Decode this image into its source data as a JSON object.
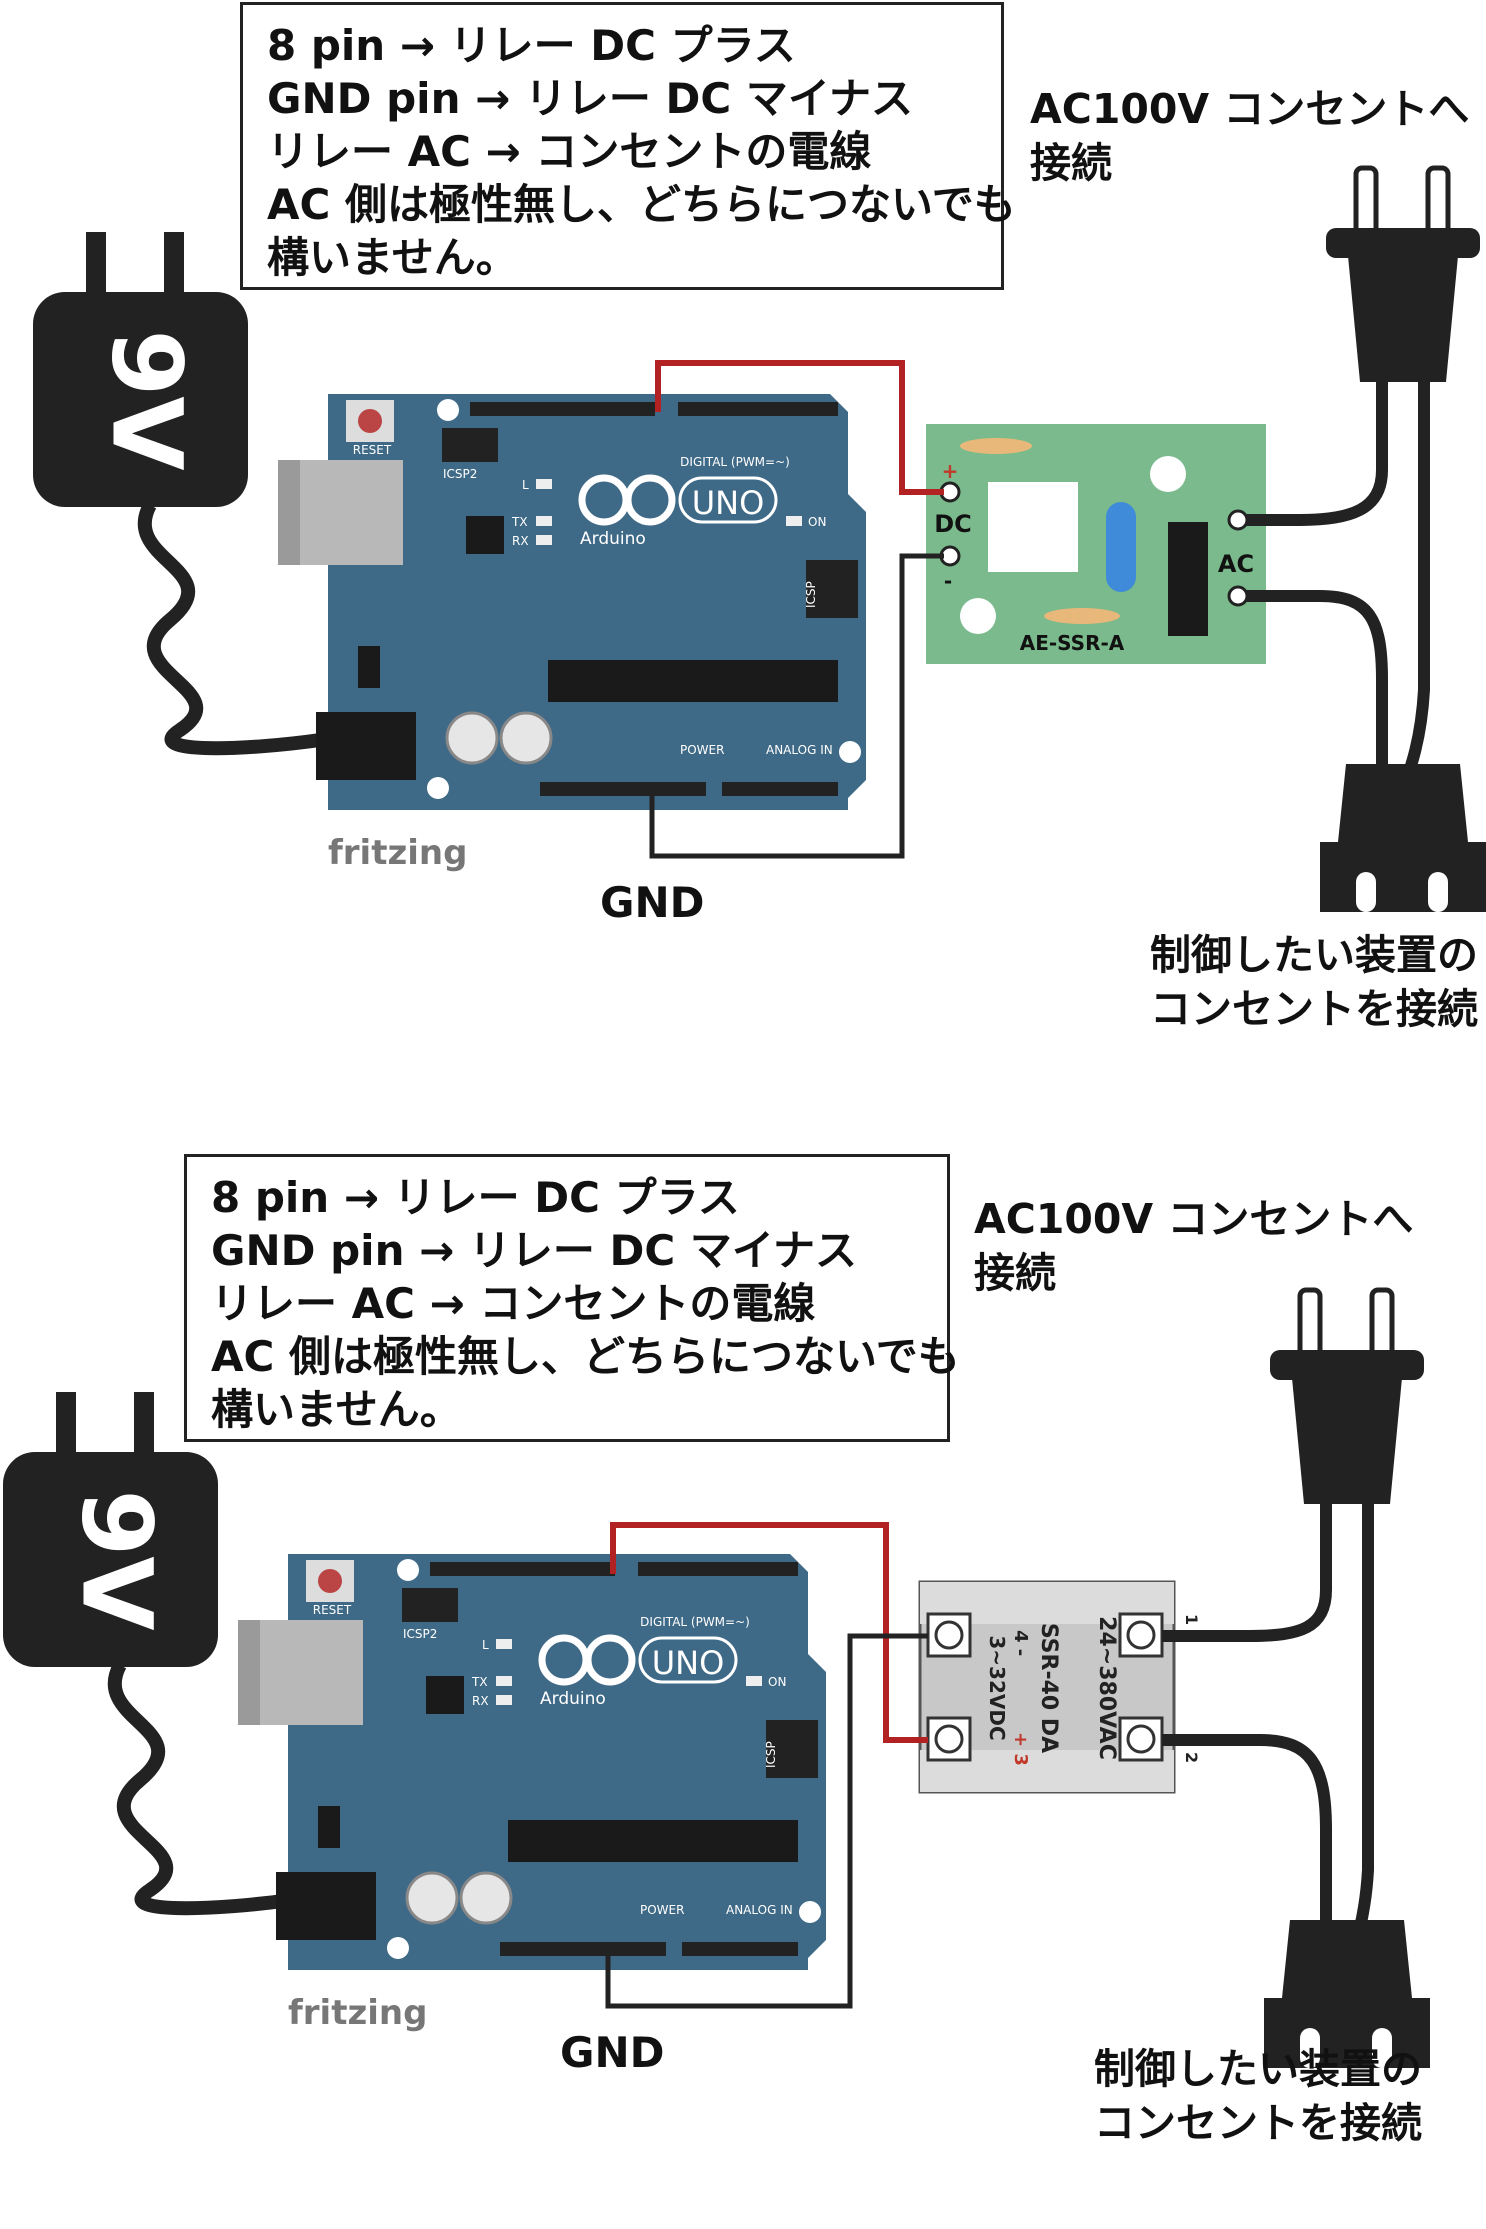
{
  "notes": {
    "line1": "8 pin → リレー DC プラス",
    "line2": "GND pin  →  リレー DC マイナス",
    "line3": "リレー AC  →  コンセントの電線",
    "line4": "AC 側は極性無し、どちらにつないでも",
    "line5": "構いません。"
  },
  "outlet_label": {
    "line1": "AC100V コンセントへ",
    "line2": "接続"
  },
  "device_label": {
    "line1": "制御したい装置の",
    "line2": "コンセントを接続"
  },
  "gnd_label": "GND",
  "adapter_label": "9V",
  "fritzing_label": "fritzing",
  "arduino": {
    "reset": "RESET",
    "icsp2": "ICSP2",
    "icsp": "ICSP",
    "digital": "DIGITAL (PWM=~)",
    "power": "POWER",
    "analog_in": "ANALOG IN",
    "uno": "UNO",
    "brand": "Arduino",
    "led_l": "L",
    "led_tx": "TX",
    "led_rx": "RX",
    "led_on": "ON"
  },
  "ssr_a": {
    "name": "AE-SSR-A",
    "dc": "DC",
    "ac": "AC",
    "plus": "+",
    "minus": "-"
  },
  "ssr_40": {
    "model": "SSR-40 DA",
    "ac_range": "24~380VAC",
    "dc_range": "3~32VDC",
    "t1": "1",
    "t2": "2",
    "t3": "+ 3",
    "t4": "4 -"
  },
  "colors": {
    "board": "#3f6a87",
    "wire_signal": "#b22222",
    "wire_ground": "#222222",
    "ssr_a_pcb": "#7aba8c",
    "ssr_40_body": "#c8c8c8"
  }
}
